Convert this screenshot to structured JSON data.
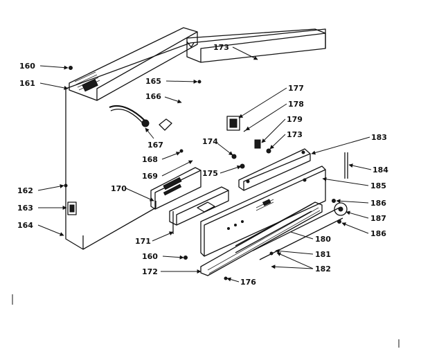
{
  "labels": {
    "l160a": "160",
    "l161": "161",
    "l162": "162",
    "l163": "163",
    "l164": "164",
    "l165": "165",
    "l166": "166",
    "l167": "167",
    "l168": "168",
    "l169": "169",
    "l170": "170",
    "l171": "171",
    "l160b": "160",
    "l172": "172",
    "l173a": "173",
    "l173b": "173",
    "l174": "174",
    "l175": "175",
    "l176": "176",
    "l177": "177",
    "l178": "178",
    "l179": "179",
    "l180": "180",
    "l181": "181",
    "l182": "182",
    "l183": "183",
    "l184": "184",
    "l185": "185",
    "l186a": "186",
    "l187": "187",
    "l186b": "186"
  }
}
